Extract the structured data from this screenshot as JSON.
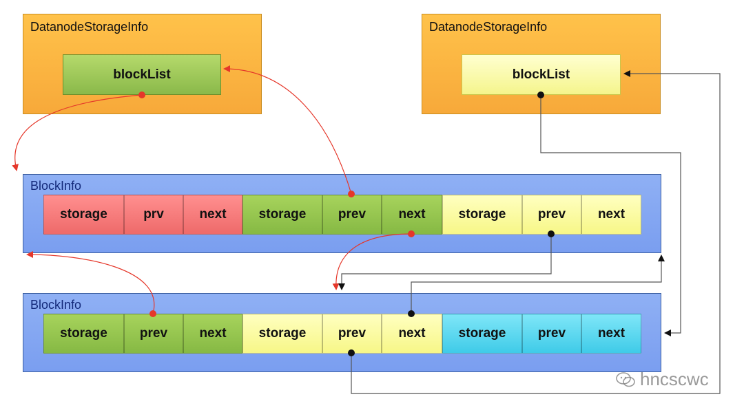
{
  "top_left": {
    "title": "DatanodeStorageInfo",
    "block_list_label": "blockList"
  },
  "top_right": {
    "title": "DatanodeStorageInfo",
    "block_list_label": "blockList"
  },
  "block_info_1": {
    "title": "BlockInfo",
    "cells": [
      "storage",
      "prv",
      "next",
      "storage",
      "prev",
      "next",
      "storage",
      "prev",
      "next"
    ]
  },
  "block_info_2": {
    "title": "BlockInfo",
    "cells": [
      "storage",
      "prev",
      "next",
      "storage",
      "prev",
      "next",
      "storage",
      "prev",
      "next"
    ]
  },
  "colors": {
    "storage_info": "#f9b13d",
    "block_list_left": "#9cc955",
    "block_list_right": "#fafa9c",
    "block_info": "#85a7f2",
    "group_red": "#f47b7b",
    "group_green": "#94c34f",
    "group_yellow": "#fafa94",
    "group_cyan": "#5ad6ee",
    "red_connector": "#e5372a",
    "black_connector": "#111111"
  },
  "watermark": {
    "icon": "chat-bubble-icon",
    "text": "hncscwc"
  }
}
